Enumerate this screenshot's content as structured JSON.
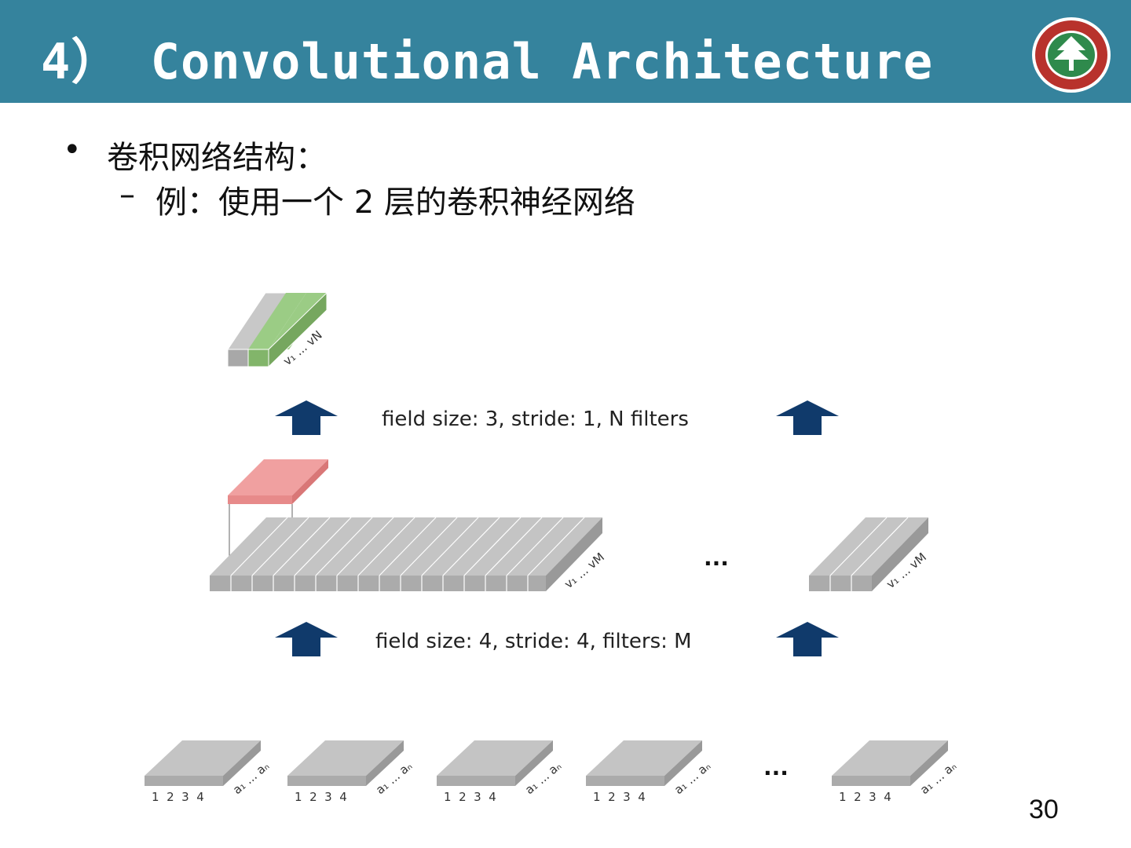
{
  "header": {
    "title": "4） Convolutional Architecture",
    "logo_icon": "university-seal-icon",
    "bg_color": "#35839d"
  },
  "bullets": {
    "level1": "卷积网络结构：",
    "level1_marker": "•",
    "level2": "例：使用一个 2 层的卷积神经网络",
    "level2_marker": "–"
  },
  "diagram": {
    "top_layer_label": "v₁ ... vN",
    "upper_arrow_label": "field size: 3, stride: 1, N filters",
    "middle_layer_label": "v₁ ... vM",
    "middle_ellipsis": "...",
    "lower_arrow_label": "field size: 4, stride: 4, filters: M",
    "input_block_numbers": "1  2  3  4",
    "input_block_label": "a₁ ... aₙ",
    "input_ellipsis": "...",
    "colors": {
      "grey": "#b8b8b8",
      "green": "#93c47d",
      "pink": "#ea9999",
      "arrow": "#103a6b"
    }
  },
  "page_number": "30"
}
